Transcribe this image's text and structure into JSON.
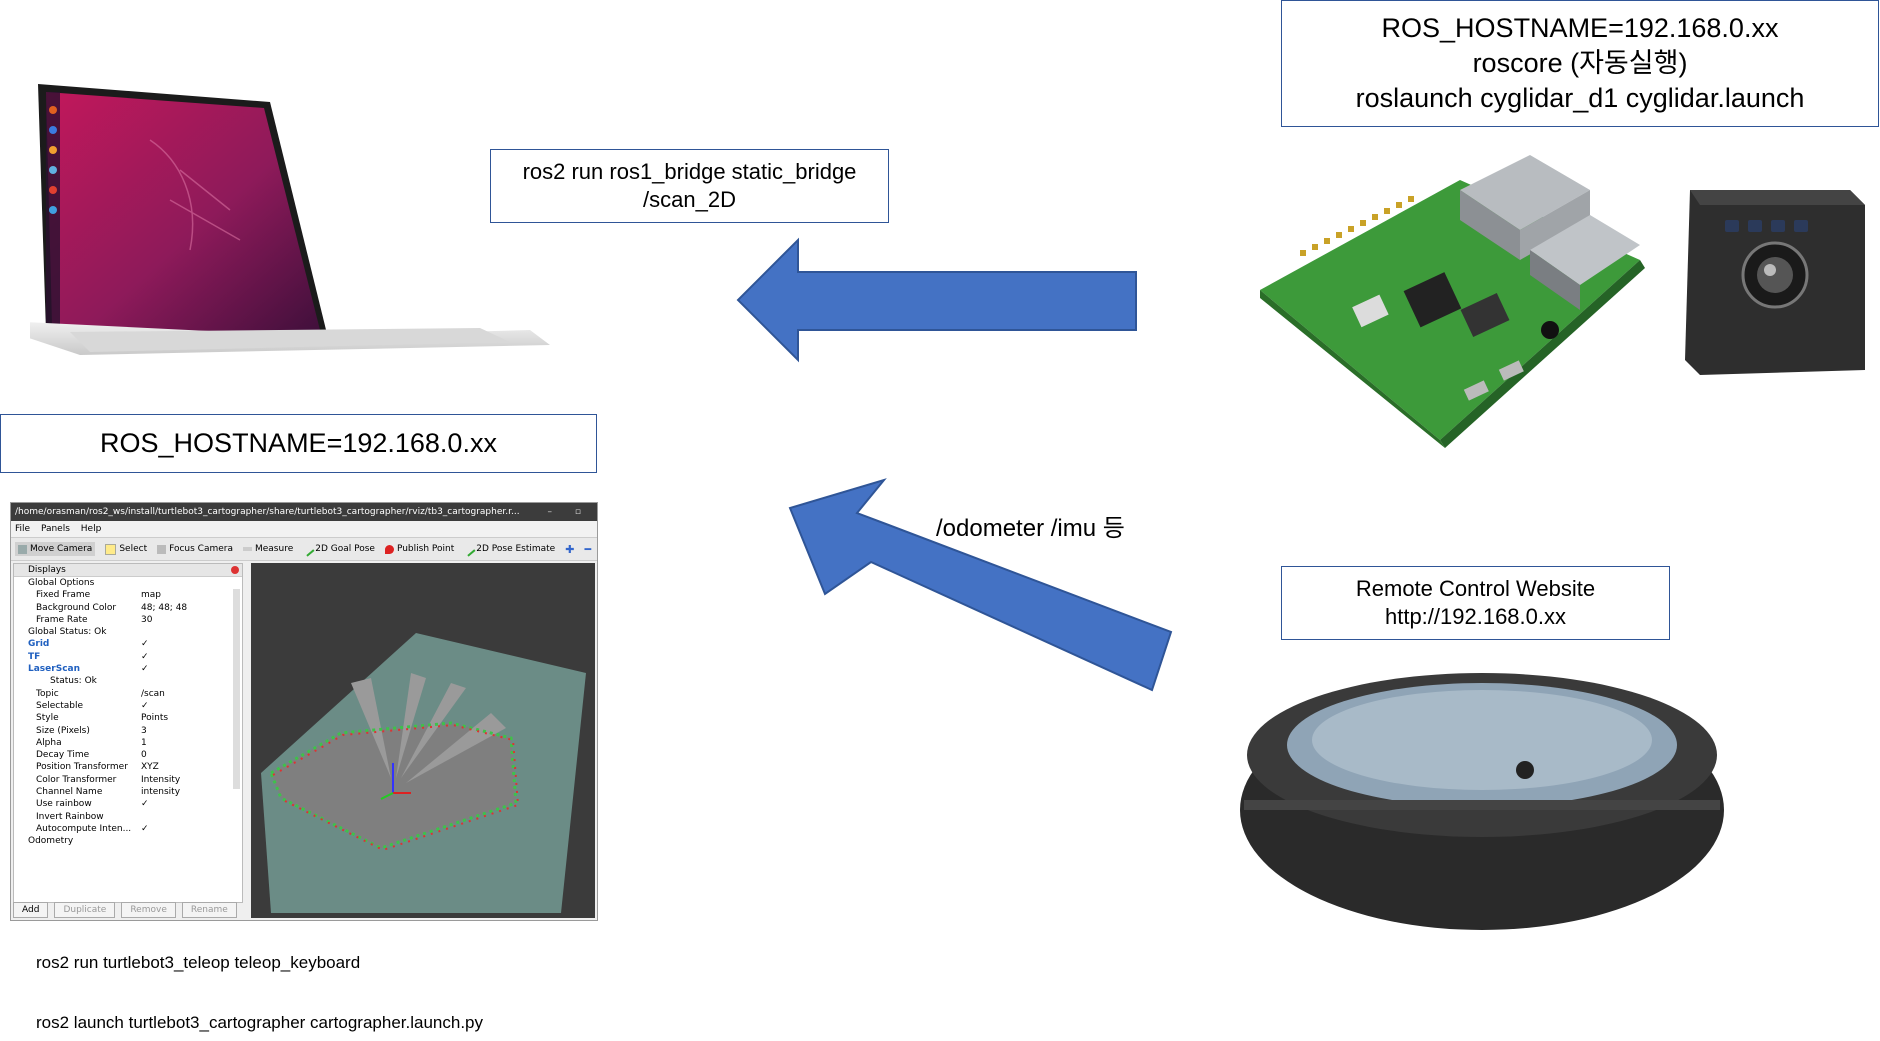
{
  "pi_box": {
    "line1": "ROS_HOSTNAME=192.168.0.xx",
    "line2": "roscore (자동실행)",
    "line3": "roslaunch cyglidar_d1  cyglidar.launch"
  },
  "bridge_box": {
    "line1": "ros2  run  ros1_bridge static_bridge",
    "line2": "/scan_2D"
  },
  "pc_box": {
    "text": "ROS_HOSTNAME=192.168.0.xx"
  },
  "arrow_label": "/odometer /imu 등",
  "website_box": {
    "line1": "Remote Control Website",
    "line2": "http://192.168.0.xx"
  },
  "commands": [
    "ros2  run turtlebot3_teleop teleop_keyboard",
    "ros2  launch turtlebot3_cartographer cartographer.launch.py"
  ],
  "rviz": {
    "title": "/home/orasman/ros2_ws/install/turtlebot3_cartographer/share/turtlebot3_cartographer/rviz/tb3_cartographer.r...",
    "menu": [
      "File",
      "Panels",
      "Help"
    ],
    "tools": [
      "Move Camera",
      "Select",
      "Focus Camera",
      "Measure",
      "2D Goal Pose",
      "Publish Point",
      "2D Pose Estimate"
    ],
    "panel_title": "Displays",
    "rows": [
      {
        "k": "Global Options",
        "v": ""
      },
      {
        "k": "Fixed Frame",
        "v": "map"
      },
      {
        "k": "Background Color",
        "v": "48; 48; 48"
      },
      {
        "k": "Frame Rate",
        "v": "30"
      },
      {
        "k": "Global Status: Ok",
        "v": ""
      },
      {
        "k": "Grid",
        "v": "✓"
      },
      {
        "k": "TF",
        "v": "✓"
      },
      {
        "k": "LaserScan",
        "v": "✓"
      },
      {
        "k": "Status: Ok",
        "v": ""
      },
      {
        "k": "Topic",
        "v": "/scan"
      },
      {
        "k": "Selectable",
        "v": "✓"
      },
      {
        "k": "Style",
        "v": "Points"
      },
      {
        "k": "Size (Pixels)",
        "v": "3"
      },
      {
        "k": "Alpha",
        "v": "1"
      },
      {
        "k": "Decay Time",
        "v": "0"
      },
      {
        "k": "Position Transformer",
        "v": "XYZ"
      },
      {
        "k": "Color Transformer",
        "v": "Intensity"
      },
      {
        "k": "Channel Name",
        "v": "intensity"
      },
      {
        "k": "Use rainbow",
        "v": "✓"
      },
      {
        "k": "Invert Rainbow",
        "v": ""
      },
      {
        "k": "Autocompute Inten...",
        "v": "✓"
      },
      {
        "k": "Odometry",
        "v": ""
      }
    ],
    "buttons": [
      "Add",
      "Duplicate",
      "Remove",
      "Rename"
    ]
  },
  "colors": {
    "box_border": "#2f5597",
    "arrow_blue": "#4472c4",
    "arrow_border": "#2f5597"
  }
}
